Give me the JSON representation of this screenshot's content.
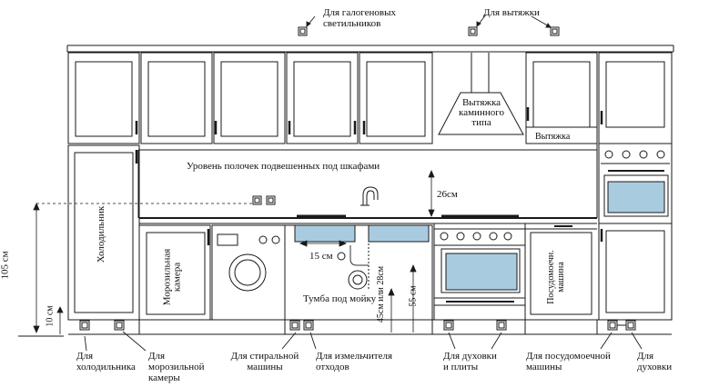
{
  "labels": {
    "halogen": "Для галогеновых\nсветильников",
    "hood_outlets": "Для вытяжки",
    "hood_name": "Вытяжка\nкаминного\nтипа",
    "hood_panel": "Вытяжка",
    "shelf_level": "Уровень полочек подвешенных под шкафами",
    "dim_26": "26см",
    "dim_105": "105 см",
    "dim_10": "10 см",
    "dim_15": "15 см",
    "dim_45_28": "45см или 28см",
    "dim_55": "55 см",
    "fridge": "Холодильник",
    "freezer": "Морозильная\nкамера",
    "sink_cabinet": "Тумба под мойку",
    "dishwasher": "Посудомоечн.\nмашина",
    "out_fridge": "Для\nхолодильника",
    "out_freezer": "Для\nморозильной\nкамеры",
    "out_washer": "Для стиральной\nмашины",
    "out_disposer": "Для измельчителя\nотходов",
    "out_oven_hob": "Для духовки\nи плиты",
    "out_dishwasher": "Для посудомоечной\nмашины",
    "out_oven": "Для\nдуховки"
  },
  "colors": {
    "line": "#1a1a1a",
    "glass": "#a9cbe0",
    "glass_dark": "#6f9fbf"
  }
}
